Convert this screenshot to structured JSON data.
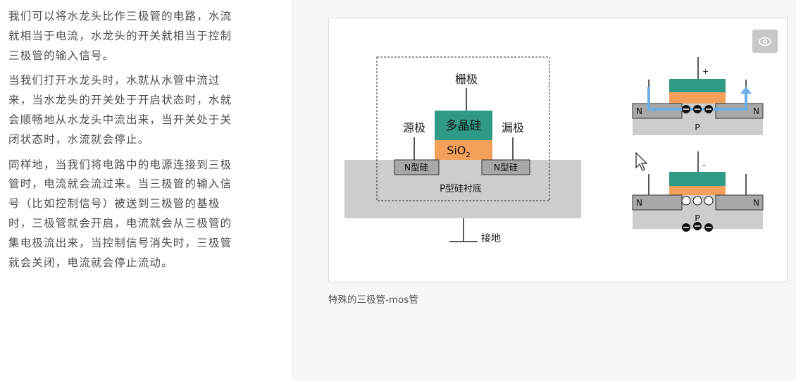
{
  "article": {
    "paragraphs": [
      "我们可以将水龙头比作三极管的电路，水流就相当于电流，水龙头的开关就相当于控制三极管的输入信号。",
      "当我们打开水龙头时，水就从水管中流过来，当水龙头的开关处于开启状态时，水就会顺畅地从水龙头中流出来，当开关处于关闭状态时，水流就会停止。",
      "同样地，当我们将电路中的电源连接到三极管时，电流就会流过来。当三极管的输入信号（比如控制信号）被送到三极管的基极时，三极管就会开启，电流就会从三极管的集电极流出来，当控制信号消失时，三极管就会关闭，电流就会停止流动。"
    ]
  },
  "figure": {
    "caption": "特殊的三极管-mos管",
    "view_icon": "eye-icon",
    "left_diagram": {
      "gate_label": "栅极",
      "source_label": "源极",
      "drain_label": "漏极",
      "poly_label": "多晶硅",
      "oxide_label_main": "SiO",
      "oxide_label_sub": "2",
      "n_left": "N型硅",
      "n_right": "N型硅",
      "substrate": "P型硅衬底",
      "ground": "接地"
    },
    "right_top": {
      "sign": "+",
      "n_left": "N",
      "n_right": "N",
      "p": "P"
    },
    "right_bottom": {
      "sign": "–",
      "n_left": "N",
      "n_right": "N",
      "p": "P"
    },
    "colors": {
      "poly": "#2f9a86",
      "oxide": "#f5a05a",
      "substrate": "#cdcdcd",
      "n_region": "#a8a8a8",
      "flow_arrow": "#6aaee8"
    }
  }
}
